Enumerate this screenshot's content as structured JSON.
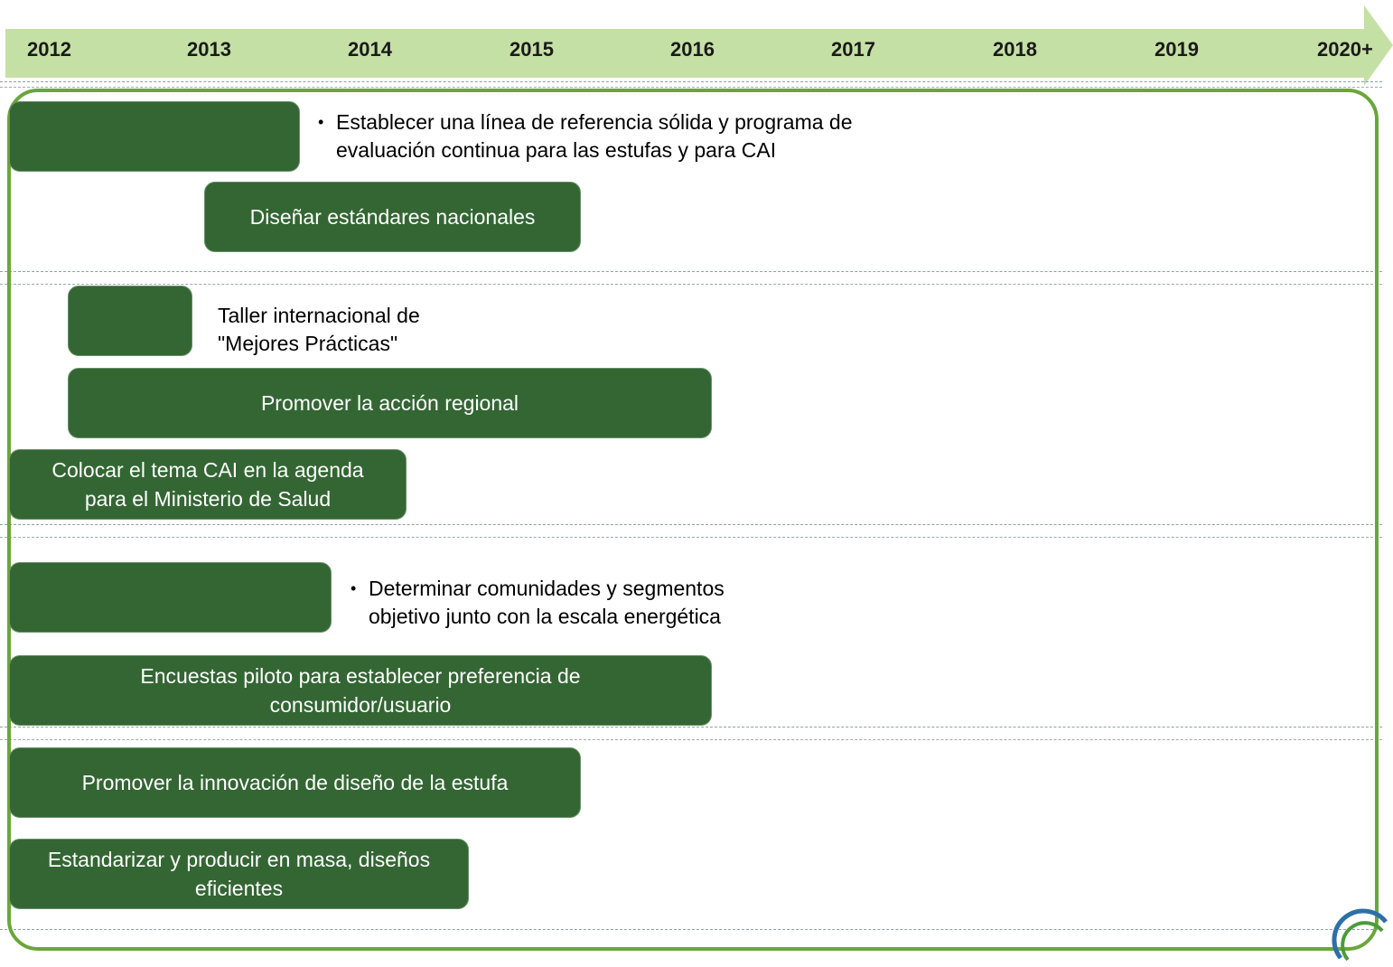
{
  "timeline": {
    "years": [
      "2012",
      "2013",
      "2014",
      "2015",
      "2016",
      "2017",
      "2018",
      "2019",
      "2020+"
    ]
  },
  "tasks": {
    "baseline_note": "Establecer una línea de referencia sólida y programa de evaluación continua para las estufas y para CAI",
    "baseline_note_line1": "Establecer una línea de referencia sólida y programa de",
    "baseline_note_line2": "evaluación continua para las estufas y para CAI",
    "standards": "Diseñar estándares nacionales",
    "workshop_note_line1": "Taller internacional de",
    "workshop_note_line2": "\"Mejores Prácticas\"",
    "regional": "Promover la acción regional",
    "agenda_line1": "Colocar el tema CAI en la agenda",
    "agenda_line2": "para el Ministerio de Salud",
    "communities_note_line1": "Determinar comunidades y segmentos",
    "communities_note_line2": "objetivo junto con la escala energética",
    "surveys_line1": "Encuestas piloto para establecer preferencia de",
    "surveys_line2": "consumidor/usuario",
    "innovation": "Promover la innovación de diseño de la estufa",
    "mass_line1": "Estandarizar y producir en masa, diseños",
    "mass_line2": "eficientes"
  },
  "bullet_symbol": "•",
  "colors": {
    "bar_fill": "#336633",
    "arrow_band": "#c5e0a5",
    "frame_border": "#6aa63a"
  }
}
